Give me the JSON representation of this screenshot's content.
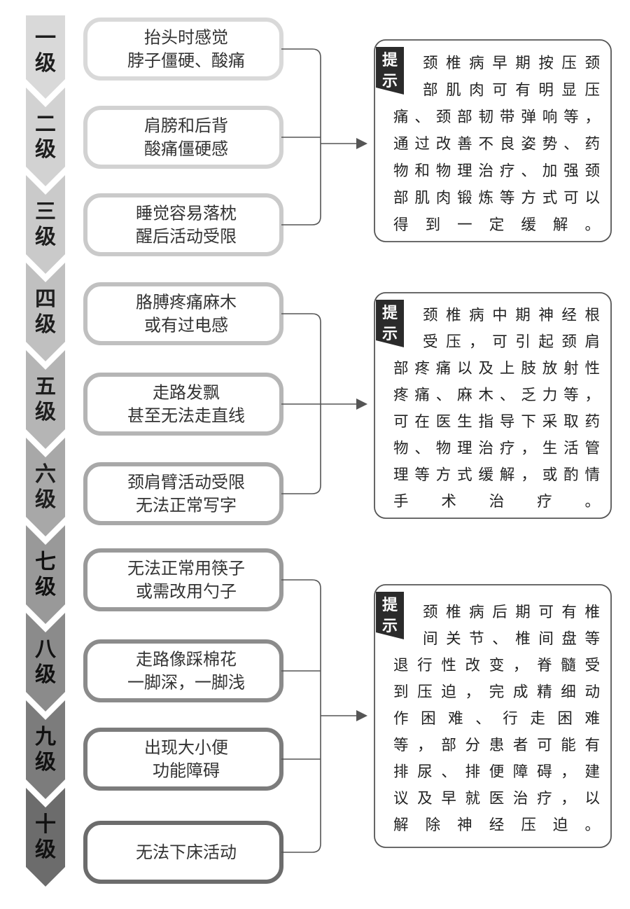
{
  "levels": [
    {
      "label": "一级",
      "chars": [
        "一",
        "级"
      ],
      "color": "#d9d9d9",
      "symptom": [
        "抬头时感觉",
        "脖子僵硬、酸痛"
      ]
    },
    {
      "label": "二级",
      "chars": [
        "二",
        "级"
      ],
      "color": "#d2d2d2",
      "symptom": [
        "肩膀和后背",
        "酸痛僵硬感"
      ]
    },
    {
      "label": "三级",
      "chars": [
        "三",
        "级"
      ],
      "color": "#cacaca",
      "symptom": [
        "睡觉容易落枕",
        "醒后活动受限"
      ]
    },
    {
      "label": "四级",
      "chars": [
        "四",
        "级"
      ],
      "color": "#c0c0c0",
      "symptom": [
        "胳膊疼痛麻木",
        "或有过电感"
      ]
    },
    {
      "label": "五级",
      "chars": [
        "五",
        "级"
      ],
      "color": "#b5b5b5",
      "symptom": [
        "走路发飘",
        "甚至无法走直线"
      ]
    },
    {
      "label": "六级",
      "chars": [
        "六",
        "级"
      ],
      "color": "#a8a8a8",
      "symptom": [
        "颈肩臂活动受限",
        "无法正常写字"
      ]
    },
    {
      "label": "七级",
      "chars": [
        "七",
        "级"
      ],
      "color": "#999999",
      "symptom": [
        "无法正常用筷子",
        "或需改用勺子"
      ]
    },
    {
      "label": "八级",
      "chars": [
        "八",
        "级"
      ],
      "color": "#8b8b8b",
      "symptom": [
        "走路像踩棉花",
        "一脚深，一脚浅"
      ]
    },
    {
      "label": "九级",
      "chars": [
        "九",
        "级"
      ],
      "color": "#7c7c7c",
      "symptom": [
        "出现大小便",
        "功能障碍"
      ]
    },
    {
      "label": "十级",
      "chars": [
        "十",
        "级"
      ],
      "color": "#6c6c6c",
      "symptom": [
        "无法下床活动"
      ]
    }
  ],
  "tips": [
    {
      "label": "提示",
      "label_chars": [
        "提",
        "示"
      ],
      "lines": [
        "颈椎病早期按压颈",
        "部肌肉可有明显压",
        "痛、颈部韧带弹响等，",
        "通过改善不良姿势、药",
        "物和物理治疗、加强颈",
        "部肌肉锻炼等方式可以",
        "得到一定缓解。"
      ]
    },
    {
      "label": "提示",
      "label_chars": [
        "提",
        "示"
      ],
      "lines": [
        "颈椎病中期神经根",
        "受压，可引起颈肩",
        "部疼痛以及上肢放射性",
        "疼痛、麻木、乏力等，",
        "可在医生指导下采取药",
        "物、物理治疗，生活管",
        "理等方式缓解，或酌情",
        "手术治疗。"
      ]
    },
    {
      "label": "提示",
      "label_chars": [
        "提",
        "示"
      ],
      "lines": [
        "颈椎病后期可有椎",
        "间关节、椎间盘等",
        "退行性改变，脊髓受",
        "到压迫，完成精细动",
        "作困难、行走困难",
        "等，部分患者可能有",
        "排尿、排便障碍，建",
        "议及早就医治疗，以",
        "解除神经压迫。"
      ]
    }
  ],
  "colors": {
    "tip_label_bg": "#2b2b2b",
    "bracket": "#555555",
    "box_border": "#555555"
  }
}
